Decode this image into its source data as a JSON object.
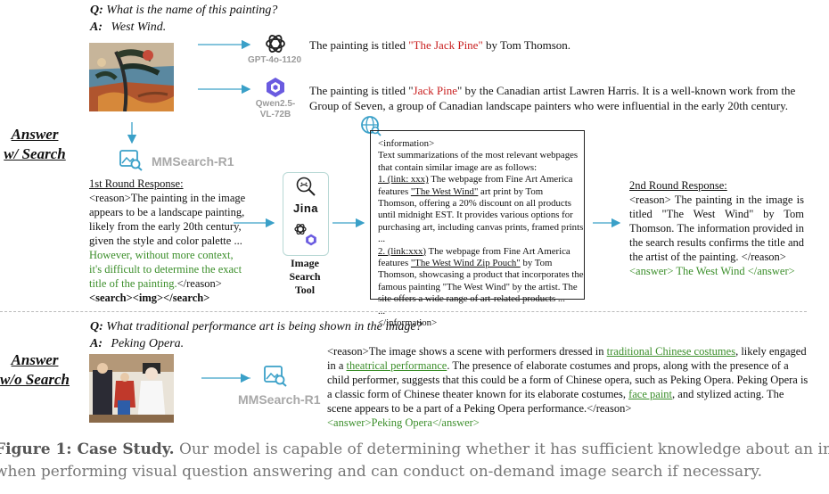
{
  "top": {
    "question_prefix": "Q:",
    "question": "What is the name of this painting?",
    "answer_prefix": "A:",
    "answer": "West Wind.",
    "side_label_1": "Answer",
    "side_label_2": "w/ Search",
    "models": [
      {
        "name": "GPT-4o-1120",
        "response_pre": "The painting is titled ",
        "response_hl": "\"The Jack Pine\"",
        "response_post": " by Tom Thomson."
      },
      {
        "name_1": "Qwen2.5-",
        "name_2": "VL-72B",
        "response_pre": "The painting is titled \"",
        "response_hl": "Jack Pine",
        "response_post": "\" by the Canadian artist Lawren Harris. It is a well-known work from the Group of Seven, a group of Canadian landscape painters who were influential in the early 20th century."
      }
    ],
    "mmsearch_label": "MMSearch-R1",
    "first_round": {
      "title": "1st Round Response:",
      "reason": "<reason>The painting in the image appears to be a landscape painting, likely from the early 20th century, given the style and color palette ...",
      "uncertain": "However, without more context, it's difficult to determine the exact title of the painting.",
      "reason_close": "</reason>",
      "search": "<search><img></search>"
    },
    "tool": {
      "line1": "Image",
      "line2": "Search",
      "line3": "Tool",
      "jina": "Jina"
    },
    "info_box": {
      "open": "<information>",
      "intro": "Text summarizations of the most relevant webpages that contain similar image are as follows:",
      "item1_link": "1. (link: xxx)",
      "item1_a": " The webpage from Fine Art America features ",
      "item1_title": "\"The West Wind\"",
      "item1_b": " art print by Tom Thomson, offering a 20% discount on all products until midnight EST. It provides various options for purchasing art, including canvas prints, framed prints ...",
      "item2_link": "2. (link:xxx)",
      "item2_a": " The webpage from Fine Art America features ",
      "item2_title": "\"The West Wind Zip Pouch\"",
      "item2_b": " by Tom Thomson, showcasing a product that incorporates the famous painting \"The West Wind\" by the artist. The site offers a wide range of art-related products ...",
      "ellipsis": "...",
      "close": "</information>"
    },
    "second_round": {
      "title": "2nd Round Response:",
      "reason": "<reason> The painting in the image is titled \"The West Wind\" by Tom Thomson. The information provided in the search results confirms the title and the artist of the painting. </reason>",
      "answer": "<answer> The West Wind </answer>"
    }
  },
  "bottom": {
    "question_prefix": "Q:",
    "question": "What traditional performance art is being shown in the image?",
    "answer_prefix": "A:",
    "answer": "Peking Opera.",
    "side_label_1": "Answer",
    "side_label_2": "w/o Search",
    "mmsearch_label": "MMSearch-R1",
    "resp_1": "<reason>The image shows a scene with performers dressed in ",
    "resp_hl1": "traditional Chinese costumes",
    "resp_2": ", likely engaged in a ",
    "resp_hl2": "theatrical performance",
    "resp_3": ". The presence of elaborate costumes and props, along with the presence of a child performer, suggests that this could be a form of Chinese opera, such as Peking Opera. Peking Opera is a classic form of Chinese theater known for its elaborate costumes, ",
    "resp_hl3": "face paint",
    "resp_4": ", and stylized acting. The scene appears to be a part of a Peking Opera performance.</reason>",
    "resp_answer": "<answer>Peking Opera</answer>"
  },
  "caption": {
    "bold": "Figure 1: Case Study.",
    "line1_rest": " Our model is capable of determining whether it has sufficient knowledge about an image",
    "line2": "when performing visual question answering and can conduct on-demand image search if necessary."
  },
  "colors": {
    "arrow": "#3aa0c8",
    "highlight_red": "#c81e1e",
    "highlight_green": "#3b8e2a"
  }
}
